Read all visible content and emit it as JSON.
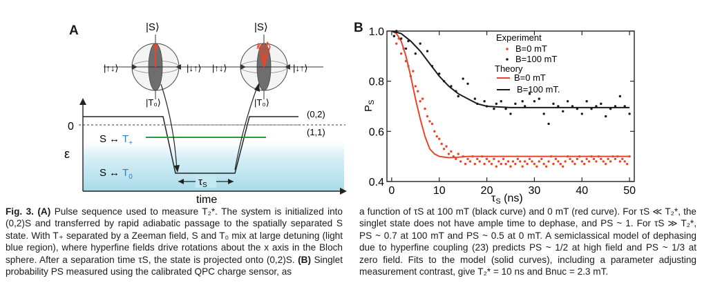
{
  "panel_a": {
    "label": "A",
    "states": {
      "s": "|S⟩",
      "t0": "|T₀⟩",
      "up_down": "|↑↓⟩",
      "down_up": "|↓↑⟩"
    },
    "energy_axis": "ε",
    "zero": "0",
    "x_axis": "time",
    "level_02": "(0,2)",
    "level_11": "(1,1)",
    "s_t_plus": "S ↔ T₊",
    "s_t0": "S ↔ T₀",
    "tau_s": "τS"
  },
  "panel_b": {
    "label": "B"
  },
  "chart_data": {
    "type": "scatter",
    "xlabel": "τS (ns)",
    "ylabel": "PS",
    "xlim": [
      -1,
      51
    ],
    "ylim": [
      0.4,
      1.0
    ],
    "xticks": [
      0,
      10,
      20,
      30,
      40,
      50
    ],
    "yticks": [
      0.4,
      0.6,
      0.8,
      1.0
    ],
    "ytick_labels": [
      "0.4",
      "0.6",
      "0.8",
      "1.0"
    ],
    "legend": {
      "experiment_title": "Experiment",
      "theory_title": "Theory",
      "entries": [
        "B=0 mT",
        "B=100 mT",
        "B=0 mT",
        "B=100 mT."
      ]
    },
    "series": [
      {
        "name": "B=0 mT",
        "kind": "experiment",
        "color": "#e8442a",
        "x": [
          0.5,
          1,
          1.5,
          2,
          2.5,
          3,
          3.5,
          4,
          4.5,
          5,
          5.5,
          6,
          6.5,
          7,
          7.5,
          8,
          8.5,
          9,
          9.5,
          10,
          10.5,
          11,
          11.5,
          12,
          12.5,
          13,
          13.5,
          14,
          14.5,
          15,
          15.5,
          16,
          16.5,
          17,
          17.5,
          18,
          18.5,
          19,
          19.5,
          20,
          20.5,
          21,
          21.5,
          22,
          22.5,
          23,
          23.5,
          24,
          24.5,
          25,
          25.5,
          26,
          26.5,
          27,
          27.5,
          28,
          28.5,
          29,
          29.5,
          30,
          30.5,
          31,
          31.5,
          32,
          32.5,
          33,
          33.5,
          34,
          34.5,
          35,
          35.5,
          36,
          36.5,
          37,
          37.5,
          38,
          38.5,
          39,
          39.5,
          40,
          40.5,
          41,
          41.5,
          42,
          42.5,
          43,
          43.5,
          44,
          44.5,
          45,
          45.5,
          46,
          46.5,
          47,
          47.5,
          48,
          48.5,
          49,
          49.5,
          50
        ],
        "y": [
          0.98,
          0.95,
          0.97,
          0.91,
          0.93,
          0.88,
          0.86,
          0.82,
          0.84,
          0.78,
          0.76,
          0.72,
          0.73,
          0.69,
          0.66,
          0.64,
          0.63,
          0.6,
          0.58,
          0.57,
          0.55,
          0.53,
          0.54,
          0.51,
          0.52,
          0.5,
          0.49,
          0.51,
          0.48,
          0.5,
          0.47,
          0.49,
          0.48,
          0.5,
          0.47,
          0.49,
          0.48,
          0.5,
          0.47,
          0.49,
          0.48,
          0.47,
          0.49,
          0.46,
          0.48,
          0.47,
          0.49,
          0.47,
          0.48,
          0.46,
          0.48,
          0.47,
          0.49,
          0.48,
          0.46,
          0.48,
          0.47,
          0.49,
          0.48,
          0.47,
          0.46,
          0.48,
          0.49,
          0.47,
          0.46,
          0.48,
          0.5,
          0.47,
          0.49,
          0.48,
          0.47,
          0.46,
          0.48,
          0.5,
          0.49,
          0.48,
          0.47,
          0.49,
          0.5,
          0.48,
          0.47,
          0.49,
          0.48,
          0.5,
          0.49,
          0.48,
          0.5,
          0.49,
          0.48,
          0.47,
          0.49,
          0.48,
          0.5,
          0.49,
          0.5,
          0.48,
          0.49,
          0.48,
          0.47,
          0.5
        ]
      },
      {
        "name": "B=100 mT",
        "kind": "experiment",
        "color": "#1a1a1a",
        "x": [
          0.5,
          1,
          2,
          3,
          3.5,
          5,
          6,
          7.5,
          8.5,
          10,
          11,
          12.5,
          13.5,
          14,
          15,
          16,
          17.5,
          18,
          19.5,
          20,
          21.5,
          22,
          23,
          24,
          25,
          26,
          27.5,
          28,
          29,
          30,
          31,
          32,
          33,
          34,
          35,
          36,
          37,
          38,
          39,
          40,
          41,
          42,
          43,
          44,
          45,
          46,
          47,
          48,
          49,
          50
        ],
        "y": [
          0.98,
          1.0,
          0.97,
          0.93,
          0.96,
          0.91,
          0.95,
          0.92,
          0.86,
          0.83,
          0.8,
          0.78,
          0.76,
          0.74,
          0.81,
          0.79,
          0.73,
          0.71,
          0.72,
          0.7,
          0.69,
          0.71,
          0.72,
          0.69,
          0.67,
          0.71,
          0.72,
          0.7,
          0.75,
          0.72,
          0.73,
          0.67,
          0.63,
          0.71,
          0.7,
          0.68,
          0.72,
          0.7,
          0.69,
          0.67,
          0.72,
          0.69,
          0.7,
          0.71,
          0.66,
          0.69,
          0.7,
          0.74,
          0.7,
          0.67
        ]
      },
      {
        "name": "B=0 mT",
        "kind": "theory",
        "color": "#e8442a",
        "x": [
          0,
          1,
          2,
          3,
          4,
          5,
          6,
          7,
          8,
          9,
          10,
          12,
          14,
          16,
          18,
          20,
          25,
          30,
          35,
          40,
          45,
          50
        ],
        "y": [
          1.0,
          0.99,
          0.96,
          0.9,
          0.82,
          0.73,
          0.65,
          0.58,
          0.53,
          0.51,
          0.5,
          0.495,
          0.497,
          0.5,
          0.5,
          0.5,
          0.5,
          0.5,
          0.5,
          0.5,
          0.5,
          0.5
        ]
      },
      {
        "name": "B=100 mT.",
        "kind": "theory",
        "color": "#1a1a1a",
        "x": [
          0,
          2,
          4,
          6,
          8,
          10,
          12,
          14,
          16,
          18,
          20,
          25,
          30,
          35,
          40,
          45,
          50
        ],
        "y": [
          1.0,
          0.99,
          0.96,
          0.92,
          0.87,
          0.82,
          0.78,
          0.75,
          0.73,
          0.71,
          0.7,
          0.695,
          0.695,
          0.695,
          0.695,
          0.695,
          0.695
        ]
      }
    ]
  },
  "caption_left": {
    "fig": "Fig. 3.",
    "a_label": "(A)",
    "a_text": "Pulse sequence used to measure T₂*. The system is initialized into (0,2)S and transferred by rapid adiabatic passage to the spatially separated S state. With T₊ separated by a Zeeman field, S and T₀ mix at large detuning (light blue region), where hyperfine fields drive rotations about the x axis in the Bloch sphere. After a separation time τS, the state is projected onto (0,2)S.",
    "b_label": "(B)",
    "b_text": "Singlet probability PS measured using the calibrated QPC charge sensor, as"
  },
  "caption_right": {
    "text": "a function of τS at 100 mT (black curve) and 0 mT (red curve). For τS ≪ T₂*, the singlet state does not have ample time to dephase, and PS ~ 1. For τS ≫ T₂*, PS ~ 0.7 at 100 mT and PS ~ 0.5 at 0 mT. A semiclassical model of dephasing due to hyperfine coupling (23) predicts PS ~ 1/2 at high field and PS ~ 1/3 at zero field. Fits to the model (solid curves), including a parameter adjusting measurement contrast, give T₂* = 10 ns and Bnuc = 2.3 mT."
  }
}
